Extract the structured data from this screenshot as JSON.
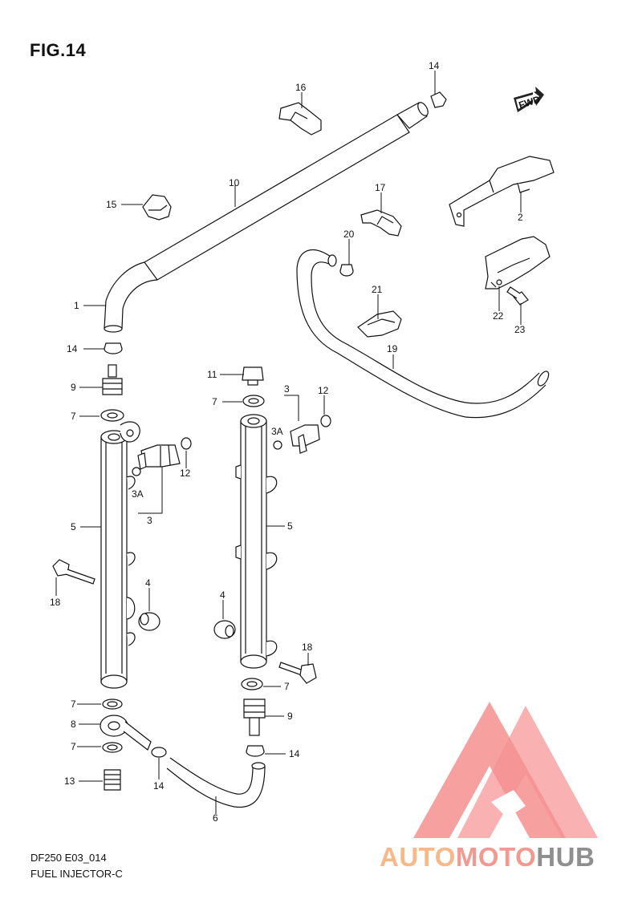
{
  "figure": {
    "title": "FIG.14",
    "code": "DF250 E03_014",
    "name": "FUEL INJECTOR-C",
    "fwd_label": "FWD"
  },
  "callouts": {
    "c1": "1",
    "c2": "2",
    "c3a": "3",
    "c3b": "3",
    "c3A_a": "3A",
    "c3A_b": "3A",
    "c4a": "4",
    "c4b": "4",
    "c5a": "5",
    "c5b": "5",
    "c6": "6",
    "c7a": "7",
    "c7b": "7",
    "c7c": "7",
    "c7d": "7",
    "c7e": "7",
    "c8": "8",
    "c9a": "9",
    "c9b": "9",
    "c10": "10",
    "c11": "11",
    "c12a": "12",
    "c12b": "12",
    "c13": "13",
    "c14a": "14",
    "c14b": "14",
    "c14c": "14",
    "c14d": "14",
    "c15": "15",
    "c16": "16",
    "c17": "17",
    "c18a": "18",
    "c18b": "18",
    "c19": "19",
    "c20": "20",
    "c21": "21",
    "c22": "22",
    "c23": "23"
  },
  "watermark": {
    "part1": "AUTO",
    "part2": "MOTO",
    "part3": "HUB",
    "color1": "#f7b98a",
    "color2": "#f29a92",
    "color3": "#9a9a9a",
    "logo_color": "#f26b6b"
  }
}
